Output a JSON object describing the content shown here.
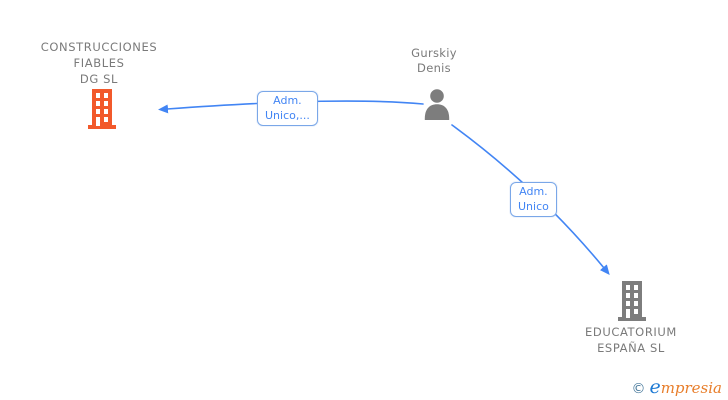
{
  "diagram": {
    "background": "#ffffff",
    "edge_color": "#4285f4",
    "nodes": {
      "company_left": {
        "label": "CONSTRUCCIONES\nFIABLES\nDG  SL",
        "icon": "building-icon",
        "icon_color": "#f2592b",
        "label_color": "#7a7a7a"
      },
      "person": {
        "label": "Gurskiy\nDenis",
        "icon": "person-icon",
        "icon_color": "#7d7d7d",
        "label_color": "#7a7a7a"
      },
      "company_right": {
        "label": "EDUCATORIUM\nESPAÑA  SL",
        "icon": "building-icon",
        "icon_color": "#7d7d7d",
        "label_color": "#7a7a7a"
      }
    },
    "edges": [
      {
        "from": "person",
        "to": "company_left",
        "label": "Adm.\nUnico,..."
      },
      {
        "from": "person",
        "to": "company_right",
        "label": "Adm.\nUnico"
      }
    ],
    "edge_label_style": {
      "text_color": "#4285f4",
      "border_color": "#7aa7e8",
      "background": "#ffffff"
    }
  },
  "watermark": {
    "copyright_symbol": "©",
    "brand_initial": "e",
    "brand_rest": "mpresia",
    "copyright_color": "#4a7b9d",
    "initial_color": "#1e7ad4",
    "brand_color": "#e87e2b"
  }
}
